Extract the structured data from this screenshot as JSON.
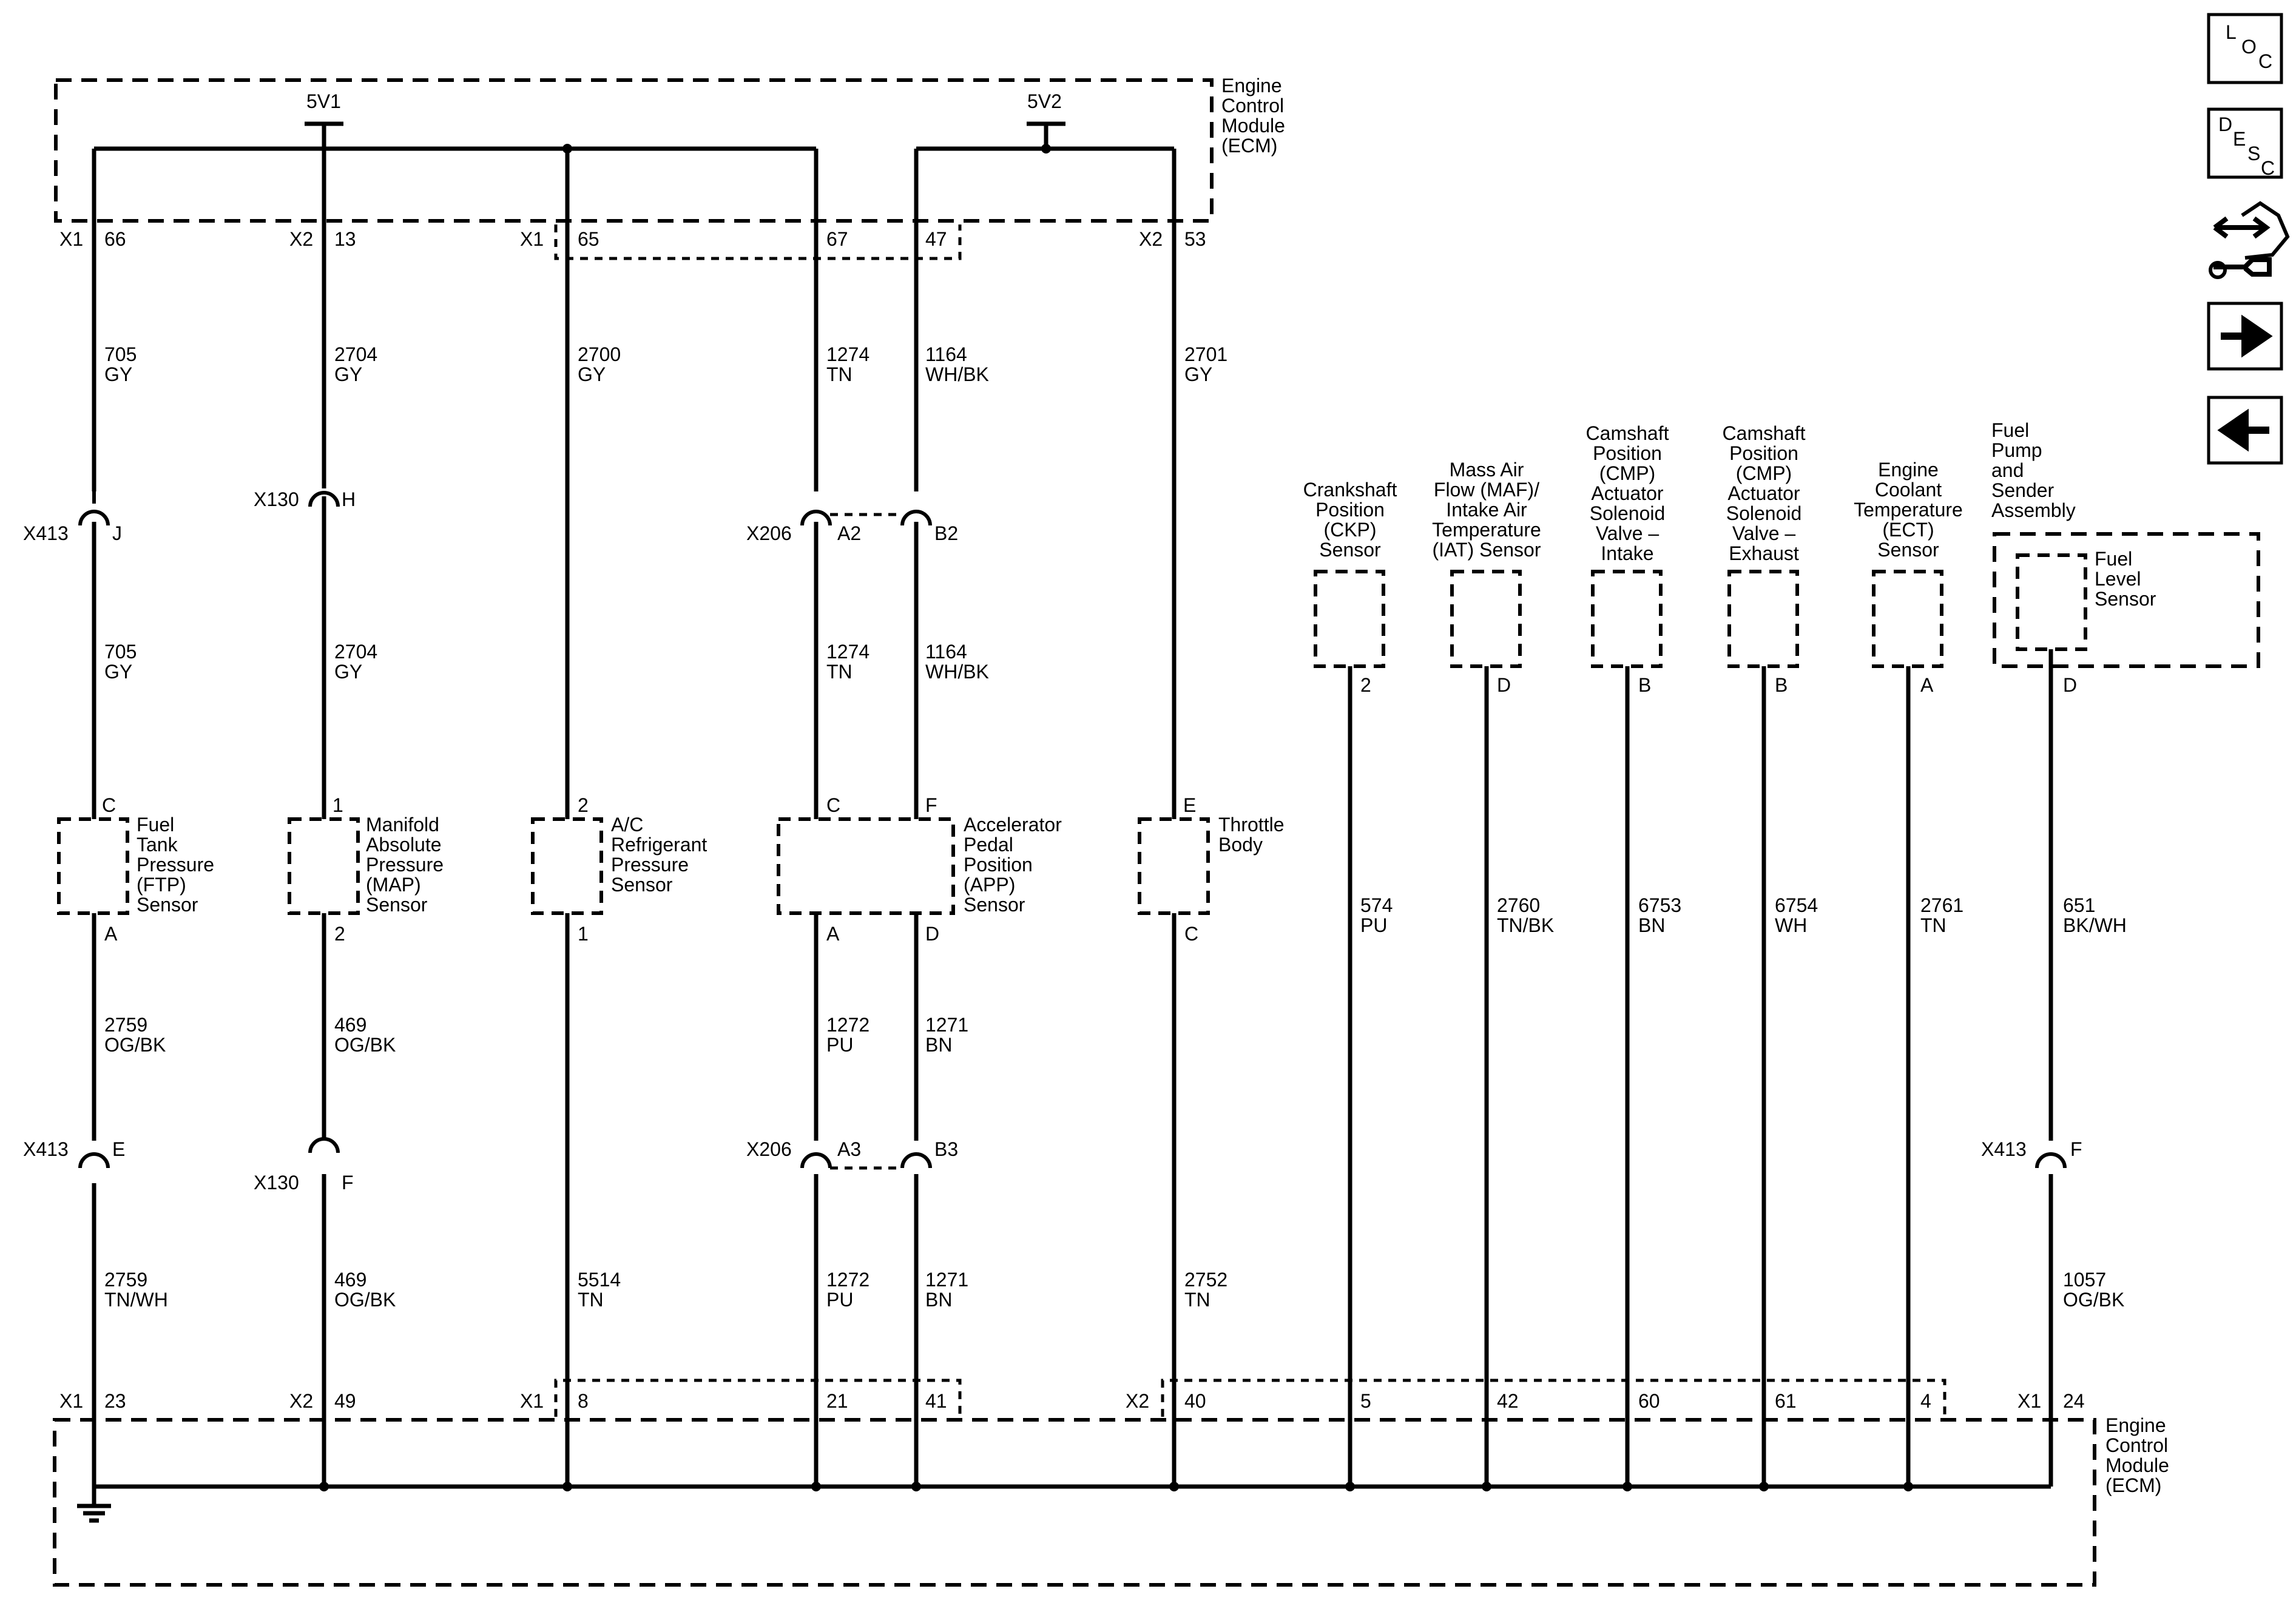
{
  "ecm": {
    "top_label": [
      "Engine",
      "Control",
      "Module",
      "(ECM)"
    ],
    "bottom_label": [
      "Engine",
      "Control",
      "Module",
      "(ECM)"
    ],
    "supply_5v1": "5V1",
    "supply_5v2": "5V2"
  },
  "pins_top": {
    "p1_conn": "X1",
    "p1": "66",
    "p2_conn": "X2",
    "p2": "13",
    "p3_conn": "X1",
    "p3": "65",
    "p4": "67",
    "p5": "47",
    "p6_conn": "X2",
    "p6": "53"
  },
  "pins_bottom": {
    "p1_conn": "X1",
    "p1": "23",
    "p2_conn": "X2",
    "p2": "49",
    "p3_conn": "X1",
    "p3": "8",
    "p4": "21",
    "p5": "41",
    "p6_conn": "X2",
    "p6": "40",
    "p7": "5",
    "p8": "42",
    "p9": "60",
    "p10": "61",
    "p11": "4",
    "p12_conn": "X1",
    "p12": "24"
  },
  "wires": {
    "w705_a": [
      "705",
      "GY"
    ],
    "w2704_a": [
      "2704",
      "GY"
    ],
    "w2700": [
      "2700",
      "GY"
    ],
    "w1274_a": [
      "1274",
      "TN"
    ],
    "w1164_a": [
      "1164",
      "WH/BK"
    ],
    "w2701": [
      "2701",
      "GY"
    ],
    "w705_b": [
      "705",
      "GY"
    ],
    "w2704_b": [
      "2704",
      "GY"
    ],
    "w1274_b": [
      "1274",
      "TN"
    ],
    "w1164_b": [
      "1164",
      "WH/BK"
    ],
    "w2759_a": [
      "2759",
      "OG/BK"
    ],
    "w469_a": [
      "469",
      "OG/BK"
    ],
    "w1272_a": [
      "1272",
      "PU"
    ],
    "w1271_a": [
      "1271",
      "BN"
    ],
    "w2759_b": [
      "2759",
      "TN/WH"
    ],
    "w469_b": [
      "469",
      "OG/BK"
    ],
    "w5514": [
      "5514",
      "TN"
    ],
    "w1272_b": [
      "1272",
      "PU"
    ],
    "w1271_b": [
      "1271",
      "BN"
    ],
    "w2752": [
      "2752",
      "TN"
    ],
    "w574": [
      "574",
      "PU"
    ],
    "w2760": [
      "2760",
      "TN/BK"
    ],
    "w6753": [
      "6753",
      "BN"
    ],
    "w6754": [
      "6754",
      "WH"
    ],
    "w2761": [
      "2761",
      "TN"
    ],
    "w651": [
      "651",
      "BK/WH"
    ],
    "w1057": [
      "1057",
      "OG/BK"
    ]
  },
  "inline_connectors": {
    "x413_top": "X413",
    "x413_top_pin": "J",
    "x130_top": "X130",
    "x130_top_pin": "H",
    "x206_top": "X206",
    "x206_top_pin_a": "A2",
    "x206_top_pin_b": "B2",
    "x413_mid": "X413",
    "x413_mid_pin": "E",
    "x130_mid": "X130",
    "x130_mid_pin": "F",
    "x206_mid": "X206",
    "x206_mid_pin_a": "A3",
    "x206_mid_pin_b": "B3",
    "x413_right": "X413",
    "x413_right_pin": "F"
  },
  "components": {
    "ftp": {
      "label": [
        "Fuel",
        "Tank",
        "Pressure",
        "(FTP)",
        "Sensor"
      ],
      "pin_top": "C",
      "pin_bottom": "A"
    },
    "map": {
      "label": [
        "Manifold",
        "Absolute",
        "Pressure",
        "(MAP)",
        "Sensor"
      ],
      "pin_top": "1",
      "pin_bottom": "2"
    },
    "ac": {
      "label": [
        "A/C",
        "Refrigerant",
        "Pressure",
        "Sensor"
      ],
      "pin_top": "2",
      "pin_bottom": "1"
    },
    "app": {
      "label": [
        "Accelerator",
        "Pedal",
        "Position",
        "(APP)",
        "Sensor"
      ],
      "pin_top_a": "C",
      "pin_top_b": "F",
      "pin_bottom_a": "A",
      "pin_bottom_b": "D"
    },
    "throttle": {
      "label": [
        "Throttle",
        "Body"
      ],
      "pin_top": "E",
      "pin_bottom": "C"
    },
    "ckp": {
      "label": [
        "Crankshaft",
        "Position",
        "(CKP)",
        "Sensor"
      ],
      "pin": "2"
    },
    "maf": {
      "label": [
        "Mass Air",
        "Flow (MAF)/",
        "Intake Air",
        "Temperature",
        "(IAT) Sensor"
      ],
      "pin": "D"
    },
    "cmp_intake": {
      "label": [
        "Camshaft",
        "Position",
        "(CMP)",
        "Actuator",
        "Solenoid",
        "Valve –",
        "Intake"
      ],
      "pin": "B"
    },
    "cmp_exhaust": {
      "label": [
        "Camshaft",
        "Position",
        "(CMP)",
        "Actuator",
        "Solenoid",
        "Valve –",
        "Exhaust"
      ],
      "pin": "B"
    },
    "ect": {
      "label": [
        "Engine",
        "Coolant",
        "Temperature",
        "(ECT)",
        "Sensor"
      ],
      "pin": "A"
    },
    "fuel_pump": {
      "label": [
        "Fuel",
        "Pump",
        "and",
        "Sender",
        "Assembly"
      ]
    },
    "fuel_level": {
      "label": [
        "Fuel",
        "Level",
        "Sensor"
      ],
      "pin": "D"
    }
  },
  "nav": {
    "loc": [
      "L",
      "O",
      "C"
    ],
    "desc": [
      "D",
      "E",
      "S",
      "C"
    ],
    "icons": [
      "connector-end-view-icon",
      "arrow-right-icon",
      "arrow-left-icon"
    ]
  }
}
